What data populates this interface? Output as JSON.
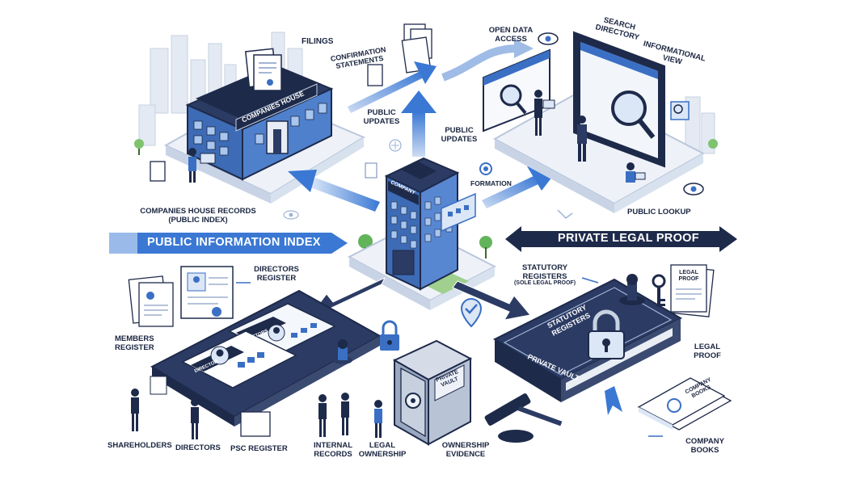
{
  "labels": {
    "filings": "FILINGS",
    "confirmation_statements": "CONFIRMATION STATEMENTS",
    "public_updates_left": "PUBLIC UPDATES",
    "public_updates_center": "PUBLIC UPDATES",
    "open_data_access": "OPEN DATA ACCESS",
    "search_directory": "SEARCH DIRECTORY",
    "informational_view": "INFORMATIONAL VIEW",
    "companies_house_sign": "COMPANIES HOUSE",
    "companies_house_records": "COMPANIES HOUSE RECORDS",
    "public_index_paren": "(PUBLIC INDEX)",
    "company_sign": "COMPANY",
    "formation": "FORMATION",
    "public_lookup": "PUBLIC LOOKUP",
    "statutory_registers": "STATUTORY REGISTERS",
    "sole_legal_proof": "(SOLE LEGAL PROOF)",
    "directors_register": "DIRECTORS REGISTER",
    "members_register": "MEMBERS REGISTER",
    "shareholders": "SHAREHOLDERS",
    "directors": "DIRECTORS",
    "psc_register": "PSC REGISTER",
    "internal_records": "INTERNAL RECORDS",
    "legal_ownership": "LEGAL OWNERSHIP",
    "ownership_evidence": "OWNERSHIP EVIDENCE",
    "legal_proof": "LEGAL PROOF",
    "company_books": "COMPANY BOOKS",
    "book_title": "STATUTORY REGISTERS",
    "private_vault": "PRIVATE VAULT",
    "safe_label": "PRIVATE VAULT",
    "card_director": "DIRECTOR",
    "card_directors": "DIRECTORS",
    "doc_legal_proof": "LEGAL PROOF",
    "doc_company_books": "COMPANY BOOKS"
  },
  "banners": {
    "public": "PUBLIC INFORMATION INDEX",
    "private": "PRIVATE LEGAL PROOF"
  },
  "colors": {
    "navy": "#1e2a4a",
    "blue": "#3a6fc4",
    "light_blue": "#dbe6f6",
    "platform": "#eef2f8"
  }
}
